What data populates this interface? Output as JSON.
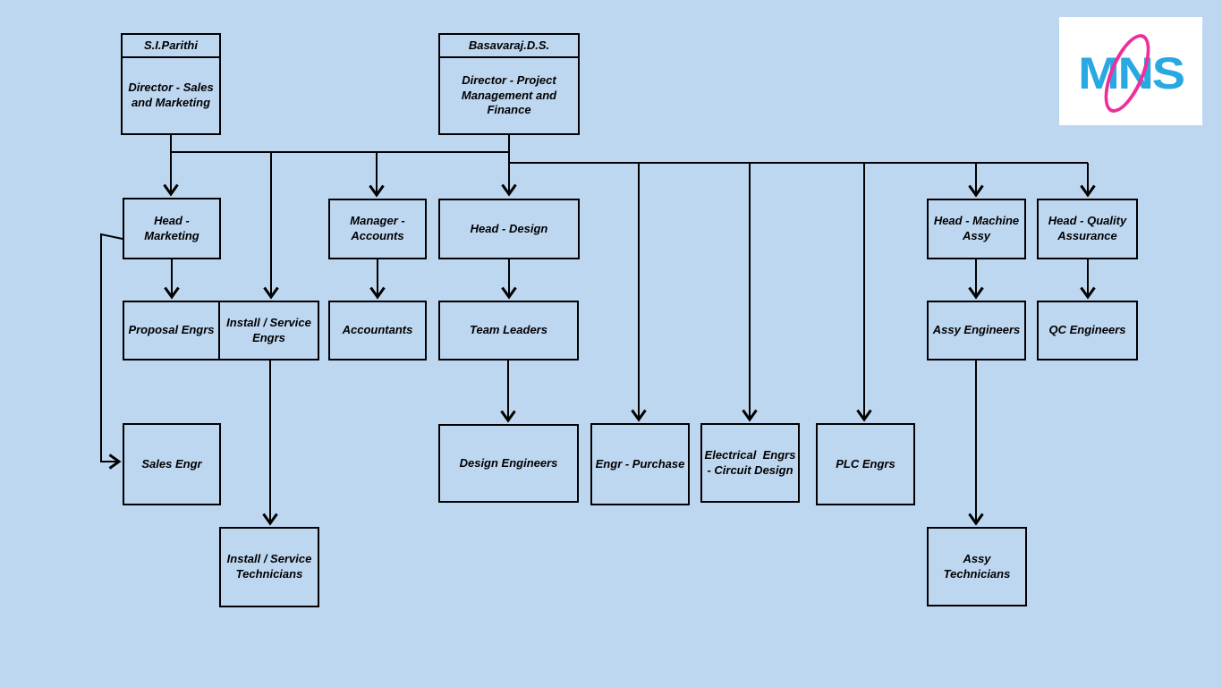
{
  "colors": {
    "background": "#bed7f0",
    "box_border": "#000000",
    "connector_line": "#000000",
    "text": "#000000",
    "logo_blue": "#29a9e2",
    "logo_pink": "#ee2f9b",
    "logo_background": "#ffffff"
  },
  "logo": {
    "text": "MNS"
  },
  "nodes": {
    "director_sales": {
      "name": "S.I.Parithi",
      "title": "Director - Sales\nand Marketing"
    },
    "director_project": {
      "name": "Basavaraj.D.S.",
      "title": "Director - Project\nManagement and\nFinance"
    },
    "head_marketing": {
      "label": "Head - Marketing"
    },
    "manager_accounts": {
      "label": "Manager -\nAccounts"
    },
    "head_design": {
      "label": "Head - Design"
    },
    "head_machine_assy": {
      "label": "Head - Machine\nAssy"
    },
    "head_quality": {
      "label": "Head - Quality\nAssurance"
    },
    "proposal_engrs": {
      "label": "Proposal Engrs"
    },
    "install_service_engrs": {
      "label": "Install / Service\nEngrs"
    },
    "accountants": {
      "label": "Accountants"
    },
    "team_leaders": {
      "label": "Team Leaders"
    },
    "assy_engineers": {
      "label": "Assy Engineers"
    },
    "qc_engineers": {
      "label": "QC Engineers"
    },
    "sales_engr": {
      "label": "Sales Engr"
    },
    "design_engineers": {
      "label": "Design Engineers"
    },
    "engr_purchase": {
      "label": "Engr - Purchase"
    },
    "electrical_engrs": {
      "label": "Electrical  Engrs\n- Circuit Design"
    },
    "plc_engrs": {
      "label": "PLC Engrs"
    },
    "install_service_technicians": {
      "label": "Install / Service\nTechnicians"
    },
    "assy_technicians": {
      "label": "Assy\nTechnicians"
    }
  },
  "edges": [
    {
      "from": "S.I.Parithi",
      "to": "Head - Marketing"
    },
    {
      "from": "S.I.Parithi",
      "to": "Install / Service Engrs"
    },
    {
      "from": "S.I.Parithi",
      "to": "Manager - Accounts"
    },
    {
      "from": "Basavaraj.D.S.",
      "to": "Head - Design"
    },
    {
      "from": "Basavaraj.D.S.",
      "to": "Engr - Purchase"
    },
    {
      "from": "Basavaraj.D.S.",
      "to": "Electrical Engrs - Circuit Design"
    },
    {
      "from": "Basavaraj.D.S.",
      "to": "PLC Engrs"
    },
    {
      "from": "Basavaraj.D.S.",
      "to": "Head - Machine Assy"
    },
    {
      "from": "Basavaraj.D.S.",
      "to": "Head - Quality Assurance"
    },
    {
      "from": "Head - Marketing",
      "to": "Proposal Engrs"
    },
    {
      "from": "Head - Marketing",
      "to": "Sales Engr"
    },
    {
      "from": "Manager - Accounts",
      "to": "Accountants"
    },
    {
      "from": "Head - Design",
      "to": "Team Leaders"
    },
    {
      "from": "Team Leaders",
      "to": "Design Engineers"
    },
    {
      "from": "Install / Service Engrs",
      "to": "Install / Service Technicians"
    },
    {
      "from": "Head - Machine Assy",
      "to": "Assy Engineers"
    },
    {
      "from": "Head - Quality Assurance",
      "to": "QC Engineers"
    },
    {
      "from": "Assy Engineers",
      "to": "Assy Technicians"
    }
  ]
}
